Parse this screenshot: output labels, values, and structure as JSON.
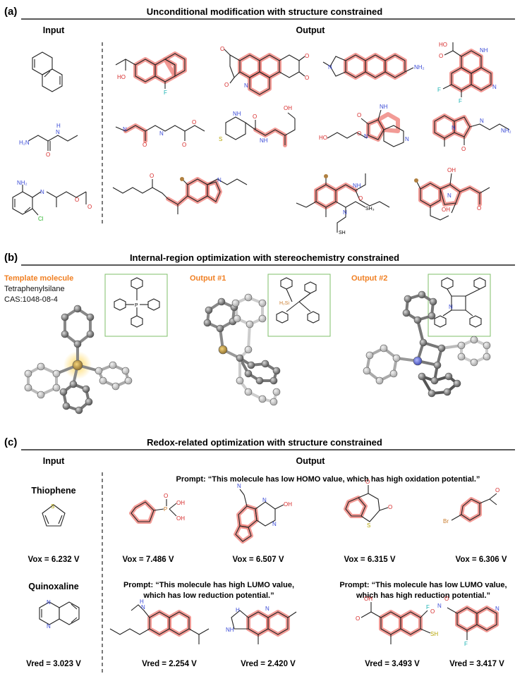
{
  "panel_a": {
    "label": "(a)",
    "title": "Unconditional modification with structure constrained",
    "input_header": "Input",
    "output_header": "Output"
  },
  "panel_b": {
    "label": "(b)",
    "title": "Internal-region optimization with stereochemistry constrained",
    "template_label": "Template molecule",
    "template_name": "Tetraphenylsilane",
    "template_cas": "CAS:1048-08-4",
    "output1_label": "Output #1",
    "output2_label": "Output #2"
  },
  "panel_c": {
    "label": "(c)",
    "title": "Redox-related optimization with structure constrained",
    "input_header": "Input",
    "output_header": "Output",
    "input1_name": "Thiophene",
    "input1_value": "Vox = 6.232 V",
    "prompt1": "Prompt: “This molecule has low HOMO value, which has high oxidation potential.”",
    "row1_values": [
      "Vox = 7.486 V",
      "Vox = 6.507 V",
      "Vox = 6.315 V",
      "Vox = 6.306 V"
    ],
    "input2_name": "Quinoxaline",
    "input2_value": "Vred = 3.023 V",
    "prompt2_line1": "Prompt: “This molecule has high LUMO value,",
    "prompt2_line2": "which has low reduction potential.”",
    "prompt3_line1": "Prompt: “This molecule has low LUMO value,",
    "prompt3_line2": "which has high reduction potential.”",
    "row2_values": [
      "Vred = 2.254 V",
      "Vred = 2.420 V",
      "Vred = 3.493 V",
      "Vred = 3.417 V"
    ]
  },
  "atoms": {
    "ho": "HO",
    "oh": "OH",
    "o": "O",
    "f": "F",
    "n": "N",
    "h": "H",
    "nh": "NH",
    "nh2": "NH2",
    "nh2_label": "NH₂",
    "h2n": "H₂N",
    "s": "S",
    "cl": "Cl",
    "br": "Br",
    "sh": "SH",
    "sh3": "SH₃",
    "si": "Si",
    "p": "P",
    "h2si": "H₂Si"
  }
}
